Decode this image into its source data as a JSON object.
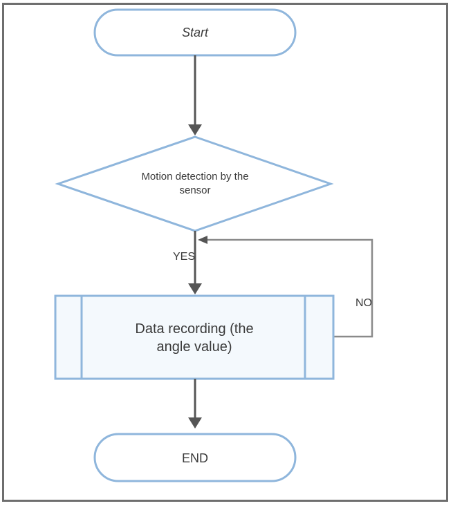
{
  "flowchart": {
    "start_label": "Start",
    "decision_line1": "Motion detection by the",
    "decision_line2": "sensor",
    "yes_label": "YES",
    "no_label": "NO",
    "process_line1": "Data recording (the",
    "process_line2": "angle value)",
    "end_label": "END"
  },
  "colors": {
    "node_border": "#8fb6dc",
    "node_fill": "#ffffff",
    "process_fill": "#f4f9fd",
    "arrow": "#555555",
    "text": "#3a3a3a"
  }
}
